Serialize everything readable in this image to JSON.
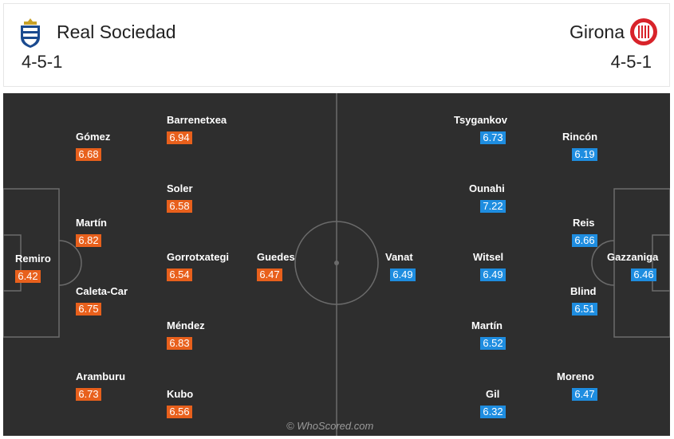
{
  "home": {
    "name": "Real Sociedad",
    "formation": "4-5-1",
    "colors": {
      "rating_bg": "#e8601c"
    },
    "players": [
      {
        "name": "Remiro",
        "rating": "6.42"
      },
      {
        "name": "Gómez",
        "rating": "6.68"
      },
      {
        "name": "Martín",
        "rating": "6.82"
      },
      {
        "name": "Caleta-Car",
        "rating": "6.75"
      },
      {
        "name": "Aramburu",
        "rating": "6.73"
      },
      {
        "name": "Barrenetxea",
        "rating": "6.94"
      },
      {
        "name": "Soler",
        "rating": "6.58"
      },
      {
        "name": "Gorrotxategi",
        "rating": "6.54"
      },
      {
        "name": "Méndez",
        "rating": "6.83"
      },
      {
        "name": "Kubo",
        "rating": "6.56"
      },
      {
        "name": "Guedes",
        "rating": "6.47"
      }
    ]
  },
  "away": {
    "name": "Girona",
    "formation": "4-5-1",
    "colors": {
      "rating_bg": "#1e8de0"
    },
    "players": [
      {
        "name": "Gazzaniga",
        "rating": "6.46"
      },
      {
        "name": "Rincón",
        "rating": "6.19"
      },
      {
        "name": "Reis",
        "rating": "6.66"
      },
      {
        "name": "Blind",
        "rating": "6.51"
      },
      {
        "name": "Moreno",
        "rating": "6.47"
      },
      {
        "name": "Tsygankov",
        "rating": "6.73"
      },
      {
        "name": "Ounahi",
        "rating": "7.22"
      },
      {
        "name": "Witsel",
        "rating": "6.49"
      },
      {
        "name": "Martín",
        "rating": "6.52"
      },
      {
        "name": "Gil",
        "rating": "6.32"
      },
      {
        "name": "Vanat",
        "rating": "6.49"
      }
    ]
  },
  "watermark": "© WhoScored.com"
}
